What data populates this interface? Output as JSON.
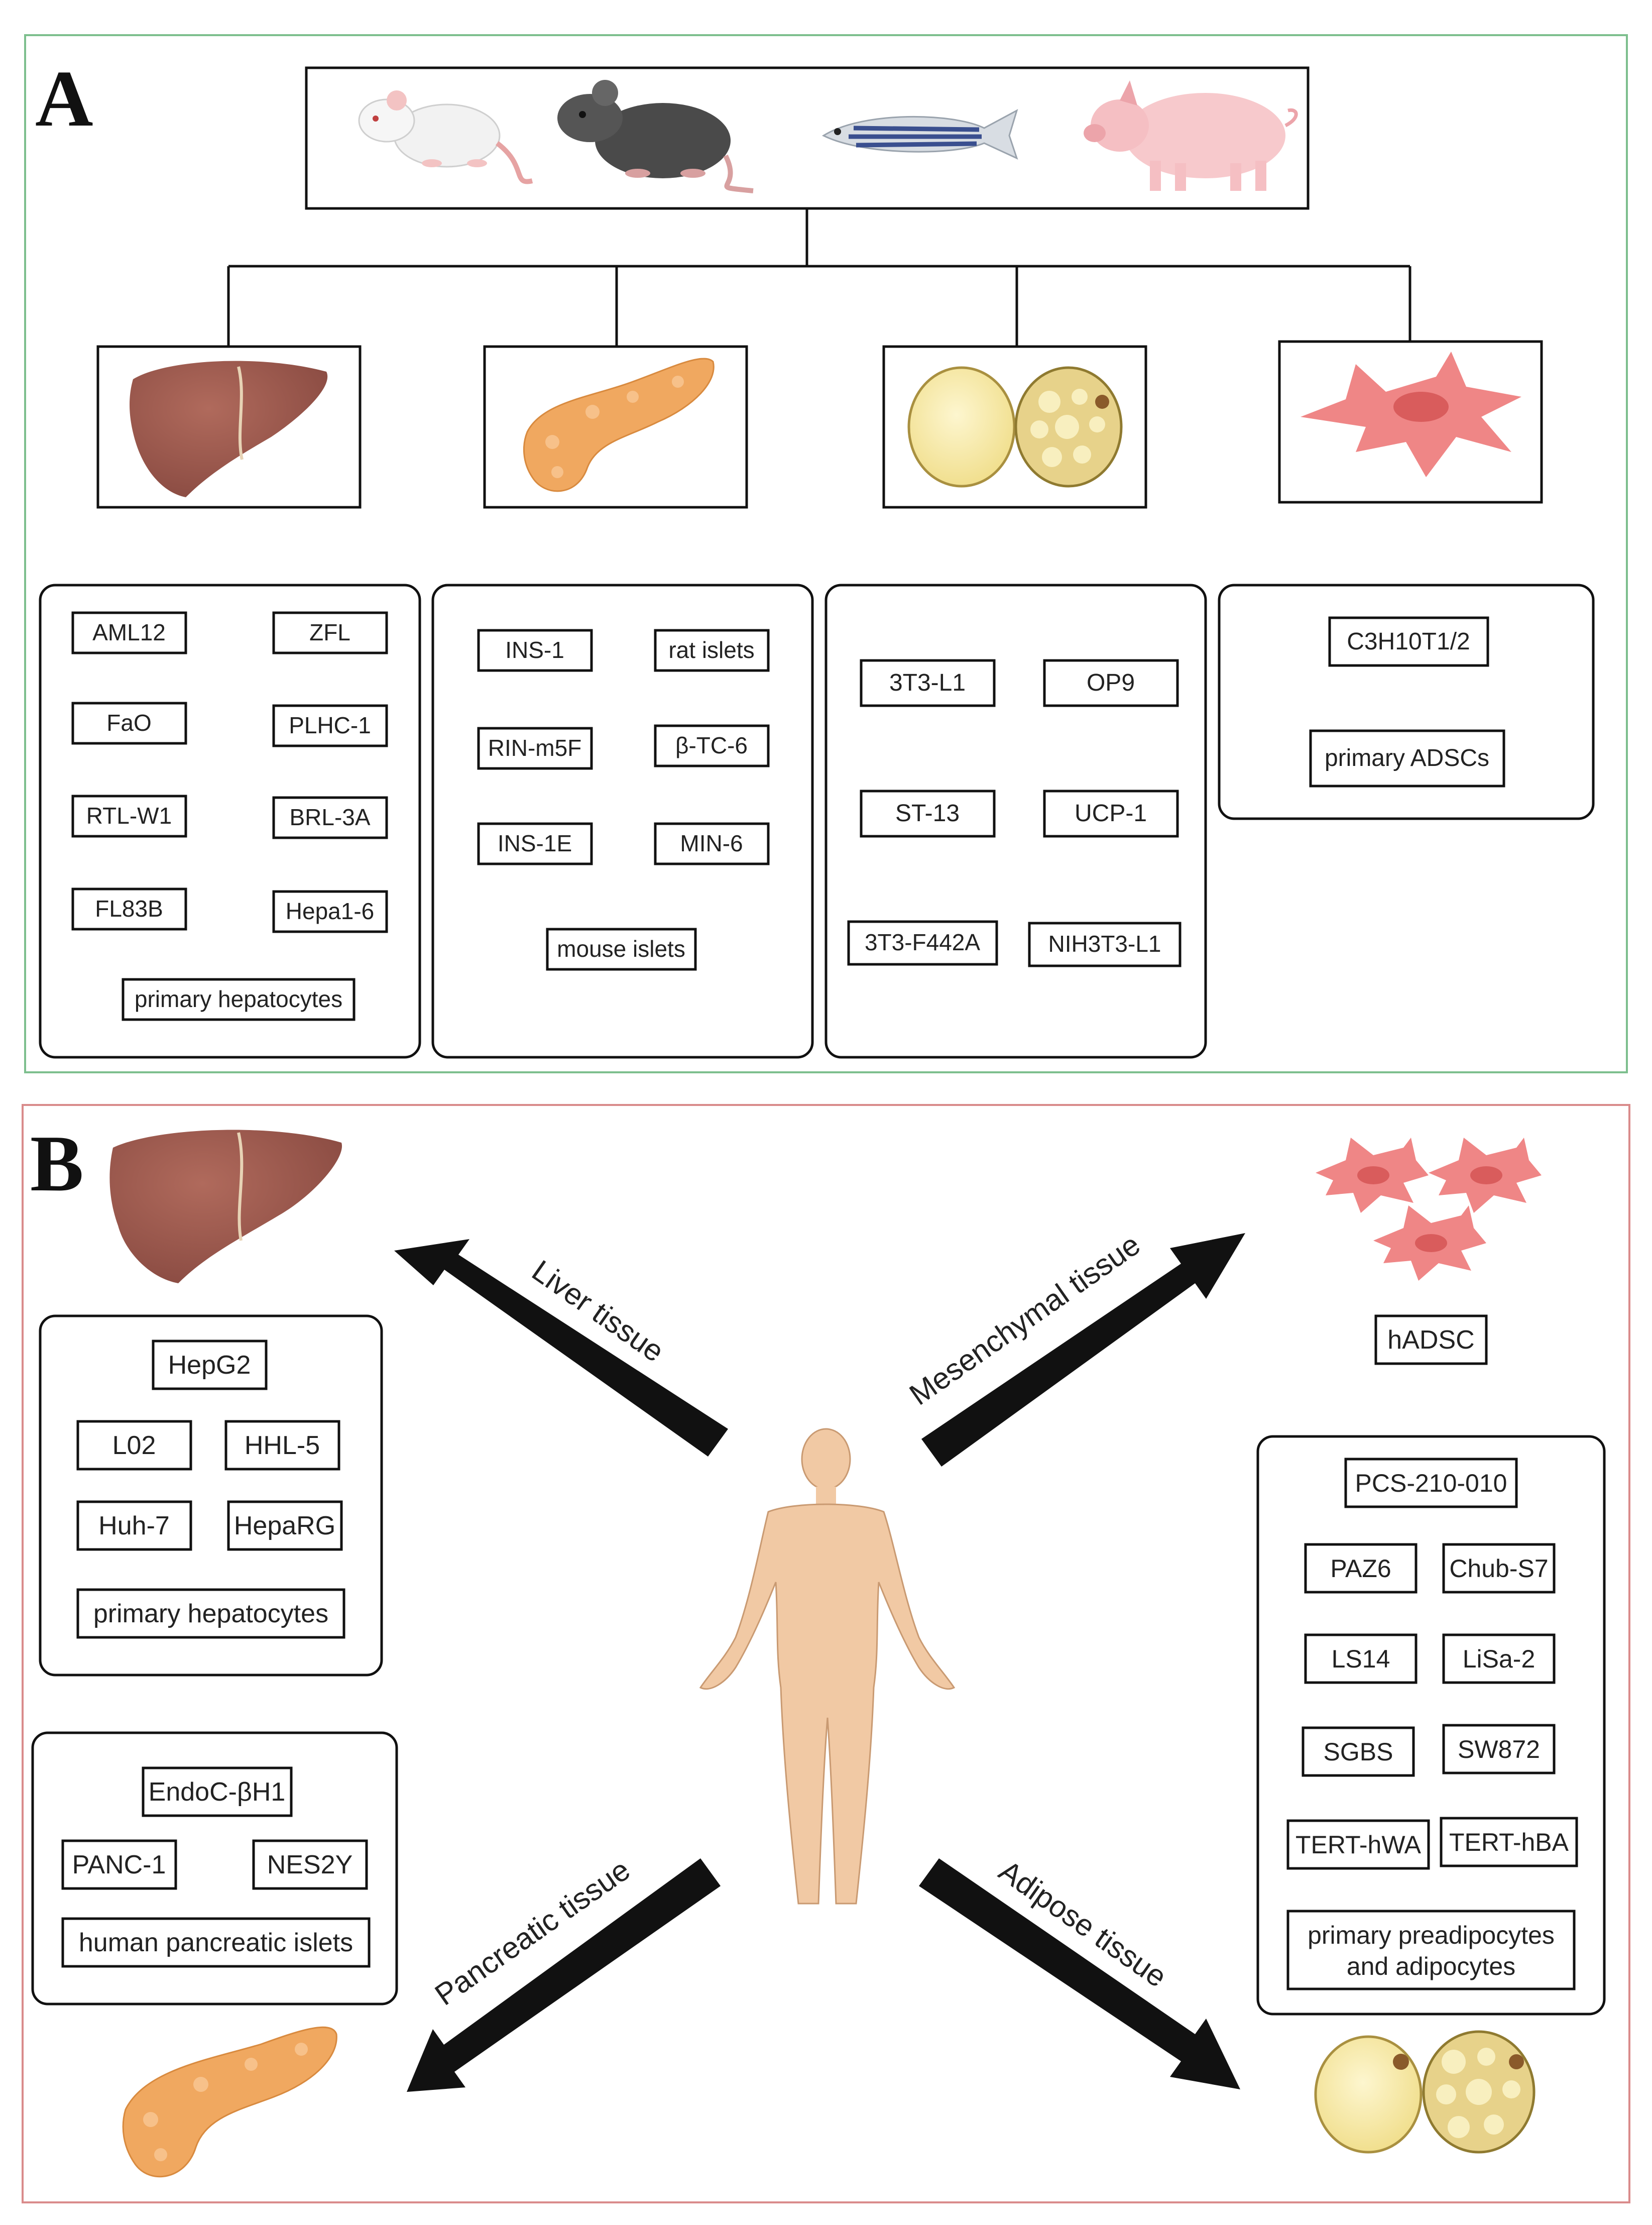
{
  "panel_a": {
    "letter": "A",
    "organisms": [
      {
        "icon": "white-mouse-icon"
      },
      {
        "icon": "black-rat-icon"
      },
      {
        "icon": "zebrafish-icon"
      },
      {
        "icon": "pig-icon"
      }
    ],
    "tissues": [
      {
        "icon": "liver-icon"
      },
      {
        "icon": "pancreas-icon"
      },
      {
        "icon": "adipocytes-icon"
      },
      {
        "icon": "mesenchymal-cell-icon"
      }
    ],
    "liver_cells": [
      "AML12",
      "ZFL",
      "FaO",
      "PLHC-1",
      "RTL-W1",
      "BRL-3A",
      "FL83B",
      "Hepa1-6",
      "primary hepatocytes"
    ],
    "pancreas_cells": [
      "INS-1",
      "rat islets",
      "RIN-m5F",
      "β-TC-6",
      "INS-1E",
      "MIN-6",
      "mouse islets"
    ],
    "adipose_cells": [
      "3T3-L1",
      "OP9",
      "ST-13",
      "UCP-1",
      "3T3-F442A",
      "NIH3T3-L1"
    ],
    "mesenchymal_cells": [
      "C3H10T1/2",
      "primary ADSCs"
    ]
  },
  "panel_b": {
    "letter": "B",
    "arrows": {
      "liver": "Liver tissue",
      "mesenchymal": "Mesenchymal tissue",
      "pancreatic": "Pancreatic tissue",
      "adipose": "Adipose tissue"
    },
    "liver_cells": [
      "HepG2",
      "L02",
      "HHL-5",
      "Huh-7",
      "HepaRG",
      "primary hepatocytes"
    ],
    "pancreatic_cells": [
      "EndoC-βH1",
      "PANC-1",
      "NES2Y",
      "human pancreatic islets"
    ],
    "mesenchymal_cells": [
      "hADSC"
    ],
    "adipose_cells": [
      "PCS-210-010",
      "PAZ6",
      "Chub-S7",
      "LS14",
      "LiSa-2",
      "SGBS",
      "SW872",
      "TERT-hWA",
      "TERT-hBA",
      "primary preadipocytes",
      "and adipocytes"
    ],
    "icons": [
      "liver-icon",
      "mesenchymal-cells-icon",
      "human-figure-icon",
      "pancreas-icon",
      "adipocytes-icon"
    ]
  },
  "colors": {
    "panel_a_border": "#7dbf8e",
    "panel_b_border": "#d98b8b",
    "liver": "#9c5a4f",
    "pancreas": "#f0a860",
    "fat_light": "#f7e8a0",
    "fat_dark": "#d9c070",
    "cell": "#ef8686",
    "nucleus": "#d95c5c",
    "skin": "#f1c9a4"
  }
}
